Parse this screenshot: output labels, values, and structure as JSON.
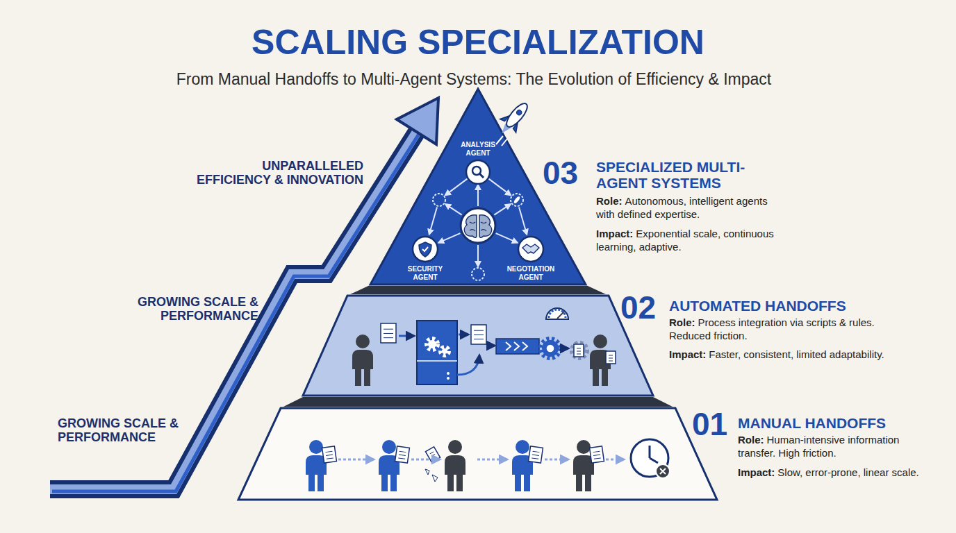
{
  "diagram": {
    "title": "SCALING SPECIALIZATION",
    "nodes": [
      {
        "text": [
          "ANALYSIS AGENT"
        ]
      },
      {
        "text": [
          "SECURITY AGENT"
        ]
      },
      {
        "text": [
          "NEGOTIATION AGENT"
        ]
      }
    ],
    "labels": [
      "From Manual Handoffs to Multi-Agent Systems: The Evolution of Efficiency & Impact",
      "UNPARALLELED EFFICIENCY & INNOVATION",
      "GROWING SCALE & PERFORMANCE",
      "GROWING SCALE & PERFORMANCE",
      "03",
      "SPECIALIZED MULTI-AGENT SYSTEMS",
      "Role:",
      "Autonomous, intelligent agents with defined expertise.",
      "Impact:",
      "Exponential scale, continuous learning, adaptive.",
      "02",
      "AUTOMATED HANDOFFS",
      "Role:",
      "Process integration via scripts & rules. Reduced friction.",
      "Impact:",
      "Faster, consistent, limited adaptability.",
      "01",
      "MANUAL HANDOFFS",
      "Role:",
      "Human-intensive information transfer. High friction.",
      "Impact:",
      "Slow, error-prone, linear scale."
    ]
  }
}
